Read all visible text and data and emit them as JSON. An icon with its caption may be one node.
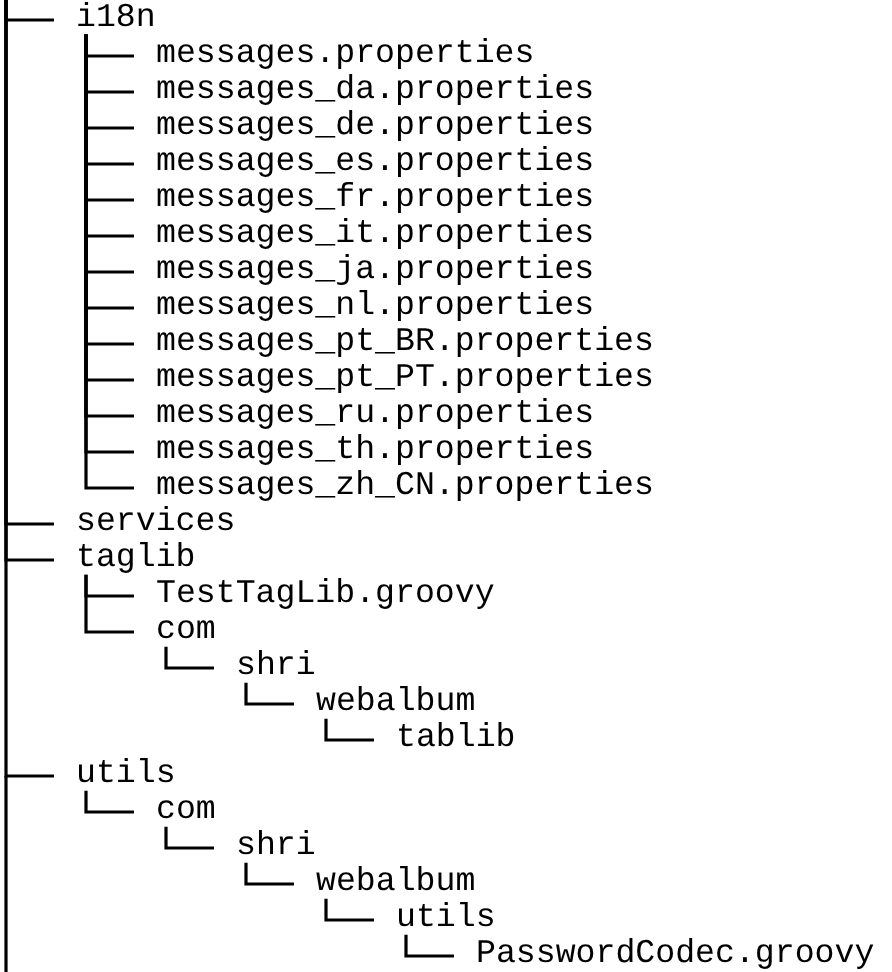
{
  "diagram": {
    "nodes": [
      {
        "text": [
          "i18n"
        ]
      },
      {
        "text": [
          "messages.properties"
        ]
      },
      {
        "text": [
          "messages_da.properties"
        ]
      },
      {
        "text": [
          "messages_de.properties"
        ]
      },
      {
        "text": [
          "messages_es.properties"
        ]
      },
      {
        "text": [
          "messages_fr.properties"
        ]
      },
      {
        "text": [
          "messages_it.properties"
        ]
      },
      {
        "text": [
          "messages_ja.properties"
        ]
      },
      {
        "text": [
          "messages_nl.properties"
        ]
      },
      {
        "text": [
          "messages_pt_BR.properties"
        ]
      },
      {
        "text": [
          "messages_pt_PT.properties"
        ]
      },
      {
        "text": [
          "messages_ru.properties"
        ]
      },
      {
        "text": [
          "messages_th.properties"
        ]
      },
      {
        "text": [
          "messages_zh_CN.properties"
        ]
      },
      {
        "text": [
          "services"
        ]
      },
      {
        "text": [
          "taglib"
        ]
      },
      {
        "text": [
          "TestTagLib.groovy"
        ]
      },
      {
        "text": [
          "com"
        ]
      },
      {
        "text": [
          "shri"
        ]
      },
      {
        "text": [
          "webalbum"
        ]
      },
      {
        "text": [
          "tablib"
        ]
      },
      {
        "text": [
          "utils"
        ]
      },
      {
        "text": [
          "com"
        ]
      },
      {
        "text": [
          "shri"
        ]
      },
      {
        "text": [
          "webalbum"
        ]
      },
      {
        "text": [
          "utils"
        ]
      },
      {
        "text": [
          "PasswordCodec.groovy"
        ]
      }
    ],
    "edges": [
      {
        "from": null,
        "to": 0,
        "arrow": "none"
      },
      {
        "from": 0,
        "to": 1,
        "arrow": "none"
      },
      {
        "from": 0,
        "to": 2,
        "arrow": "none"
      },
      {
        "from": 0,
        "to": 3,
        "arrow": "none"
      },
      {
        "from": 0,
        "to": 4,
        "arrow": "none"
      },
      {
        "from": 0,
        "to": 5,
        "arrow": "none"
      },
      {
        "from": 0,
        "to": 6,
        "arrow": "none"
      },
      {
        "from": 0,
        "to": 7,
        "arrow": "none"
      },
      {
        "from": 0,
        "to": 8,
        "arrow": "none"
      },
      {
        "from": 0,
        "to": 9,
        "arrow": "none"
      },
      {
        "from": 0,
        "to": 10,
        "arrow": "none"
      },
      {
        "from": 0,
        "to": 11,
        "arrow": "none"
      },
      {
        "from": 0,
        "to": 12,
        "arrow": "none"
      },
      {
        "from": 0,
        "to": 13,
        "arrow": "none"
      },
      {
        "from": null,
        "to": 14,
        "arrow": "none"
      },
      {
        "from": null,
        "to": 15,
        "arrow": "none"
      },
      {
        "from": 15,
        "to": 16,
        "arrow": "none"
      },
      {
        "from": 15,
        "to": 17,
        "arrow": "none"
      },
      {
        "from": 17,
        "to": 18,
        "arrow": "none"
      },
      {
        "from": 18,
        "to": 19,
        "arrow": "none"
      },
      {
        "from": 19,
        "to": 20,
        "arrow": "none"
      },
      {
        "from": null,
        "to": 21,
        "arrow": "none"
      },
      {
        "from": 21,
        "to": 22,
        "arrow": "none"
      },
      {
        "from": 22,
        "to": 23,
        "arrow": "none"
      },
      {
        "from": 23,
        "to": 24,
        "arrow": "none"
      },
      {
        "from": 24,
        "to": 25,
        "arrow": "none"
      },
      {
        "from": 25,
        "to": 26,
        "arrow": "none"
      }
    ]
  }
}
